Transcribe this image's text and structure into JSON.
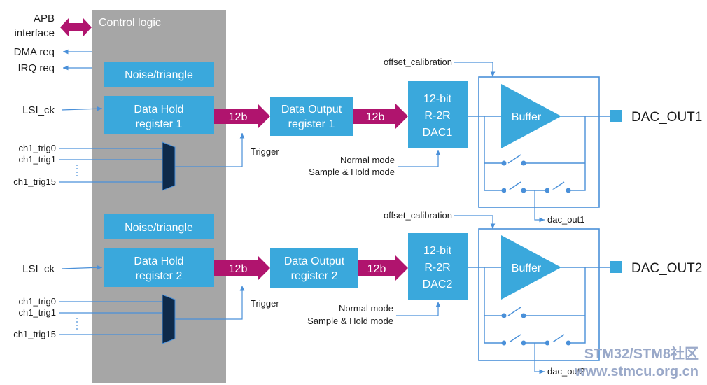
{
  "apb": {
    "line1": "APB",
    "line2": "interface"
  },
  "signals": {
    "dma": "DMA req",
    "irq": "IRQ req"
  },
  "control_logic": "Control logic",
  "ch1": {
    "noise": "Noise/triangle",
    "dhr_line1": "Data Hold",
    "dhr_line2": "register 1",
    "lsi": "LSI_ck",
    "trig0": "ch1_trig0",
    "trig1": "ch1_trig1",
    "trig15": "ch1_trig15",
    "bus_a": "12b",
    "bus_b": "12b",
    "dor_line1": "Data Output",
    "dor_line2": "register 1",
    "trigger": "Trigger",
    "dac_line1": "12-bit",
    "dac_line2": "R-2R",
    "dac_line3": "DAC1",
    "normal_mode": "Normal mode",
    "sh_mode": "Sample & Hold mode",
    "offset": "offset_calibration",
    "buffer": "Buffer",
    "out": "DAC_OUT1",
    "internal": "dac_out1"
  },
  "ch2": {
    "noise": "Noise/triangle",
    "dhr_line1": "Data Hold",
    "dhr_line2": "register 2",
    "lsi": "LSI_ck",
    "trig0": "ch1_trig0",
    "trig1": "ch1_trig1",
    "trig15": "ch1_trig15",
    "bus_a": "12b",
    "bus_b": "12b",
    "dor_line1": "Data Output",
    "dor_line2": "register 2",
    "trigger": "Trigger",
    "dac_line1": "12-bit",
    "dac_line2": "R-2R",
    "dac_line3": "DAC2",
    "normal_mode": "Normal mode",
    "sh_mode": "Sample & Hold mode",
    "offset": "offset_calibration",
    "buffer": "Buffer",
    "out": "DAC_OUT2",
    "internal": "dac_out2"
  },
  "watermark": {
    "line1": "STM32/STM8社区",
    "line2": "www.stmcu.org.cn"
  },
  "colors": {
    "block": "#3aa8dc",
    "control": "#a6a6a6",
    "bus": "#b0146e",
    "wire": "#4a90d9",
    "mux": "#0e2a4a"
  }
}
